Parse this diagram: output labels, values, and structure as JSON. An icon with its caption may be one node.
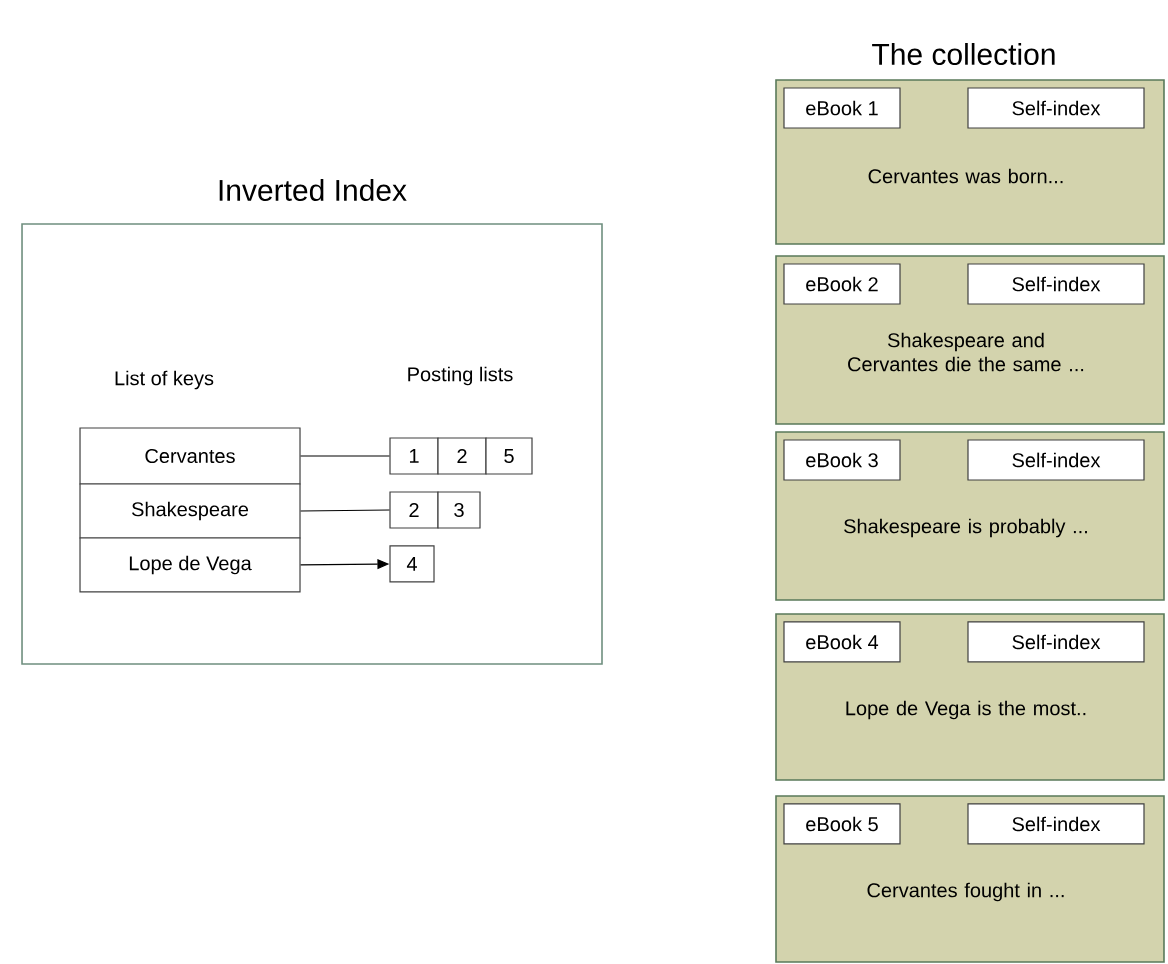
{
  "diagram": {
    "nodes": [
      {
        "text": [
          "Inverted Index",
          "List of keys",
          "Posting lists"
        ]
      },
      {
        "text": [
          "Cervantes"
        ],
        "in": 0
      },
      {
        "text": [
          "Shakespeare"
        ],
        "in": 0
      },
      {
        "text": [
          "Lope de Vega"
        ],
        "in": 0
      },
      {
        "text": [
          "1"
        ],
        "in": 0
      },
      {
        "text": [
          "2"
        ],
        "in": 0
      },
      {
        "text": [
          "5"
        ],
        "in": 0
      },
      {
        "text": [
          "2"
        ],
        "in": 0
      },
      {
        "text": [
          "3"
        ],
        "in": 0
      },
      {
        "text": [
          "4"
        ],
        "in": 0
      },
      {
        "text": [
          "Cervantes was born..."
        ]
      },
      {
        "text": [
          "eBook  1"
        ],
        "in": 10
      },
      {
        "text": [
          "Self-index"
        ],
        "in": 10
      },
      {
        "text": [
          "Shakespeare and Cervantes die the same ..."
        ]
      },
      {
        "text": [
          "eBook  2"
        ],
        "in": 13
      },
      {
        "text": [
          "Self-index"
        ],
        "in": 13
      },
      {
        "text": [
          "Shakespeare is probably ..."
        ]
      },
      {
        "text": [
          "eBook  3"
        ],
        "in": 16
      },
      {
        "text": [
          "Self-index"
        ],
        "in": 16
      },
      {
        "text": [
          "Lope de Vega is the most.."
        ]
      },
      {
        "text": [
          "eBook  4"
        ],
        "in": 19
      },
      {
        "text": [
          "Self-index"
        ],
        "in": 19
      },
      {
        "text": [
          "Cervantes fought in ..."
        ]
      },
      {
        "text": [
          "eBook  5"
        ],
        "in": 22
      },
      {
        "text": [
          "Self-index"
        ],
        "in": 22
      }
    ],
    "edges": [
      {
        "from": 1,
        "to": 4,
        "arrow": "none"
      },
      {
        "from": 2,
        "to": 7,
        "arrow": "none"
      },
      {
        "from": 3,
        "to": 9,
        "arrow": "to"
      }
    ],
    "labels": [
      "The collection"
    ]
  }
}
